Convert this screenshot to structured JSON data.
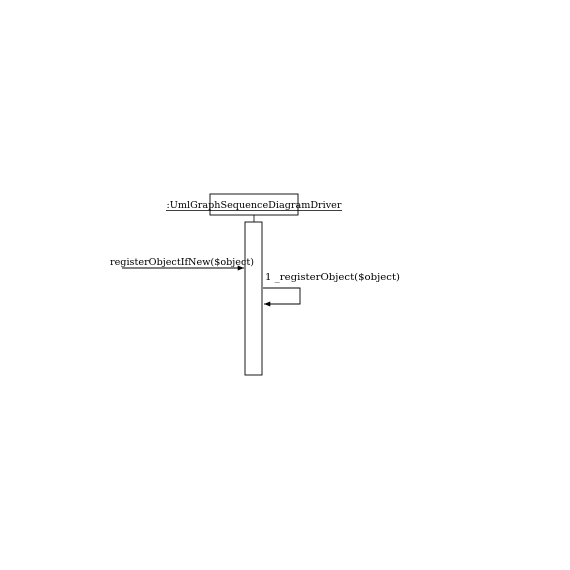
{
  "diagram": {
    "type": "uml-sequence",
    "lifeline": {
      "name": ":UmlGraphSequenceDiagramDriver"
    },
    "incoming_message": {
      "label": "registerObjectIfNew($object)"
    },
    "self_message": {
      "label": "1 _registerObject($object)"
    },
    "colors": {
      "stroke": "#000000",
      "background": "#ffffff"
    }
  }
}
